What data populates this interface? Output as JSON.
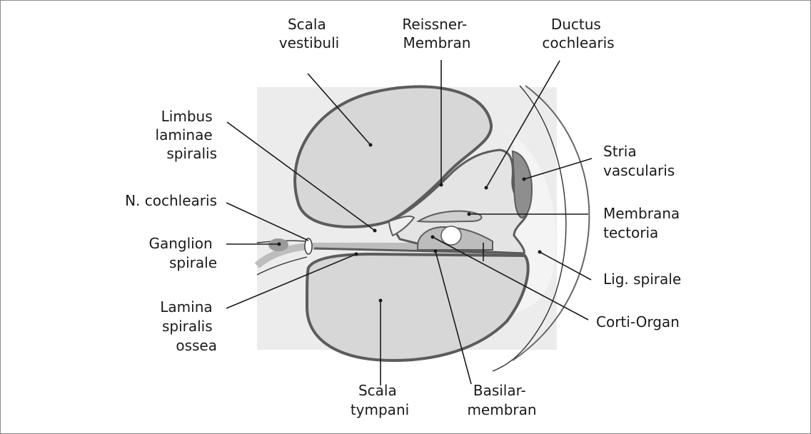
{
  "labels": {
    "scala_vestibuli": [
      "Scala",
      "vestibuli"
    ],
    "reissner_membran": [
      "Reissner-",
      "Membran"
    ],
    "ductus_cochlearis": [
      "Ductus",
      "cochlearis"
    ],
    "limbus_laminae_spiralis": [
      "Limbus",
      "laminae",
      "spiralis"
    ],
    "stria_vascularis": [
      "Stria",
      "vascularis"
    ],
    "n_cochlearis": [
      "N. cochlearis"
    ],
    "membrana_tectoria": [
      "Membrana",
      "tectoria"
    ],
    "ganglion_spirale": [
      "Ganglion",
      "spirale"
    ],
    "lig_spirale": [
      "Lig. spirale"
    ],
    "lamina_spiralis_ossea": [
      "Lamina",
      "spiralis",
      "ossea"
    ],
    "corti_organ": [
      "Corti-Organ"
    ],
    "scala_tympani": [
      "Scala",
      "tympani"
    ],
    "basilarmembran": [
      "Basilar-",
      "membran"
    ]
  },
  "colors": {
    "background_panel": "#ececec",
    "chamber_fill": "#d7d7d7",
    "wall_stroke": "#5c5c5c",
    "stria_fill": "#8e8e8e",
    "light_tissue": "#f4f4f4",
    "text": "#1a1a1a"
  }
}
